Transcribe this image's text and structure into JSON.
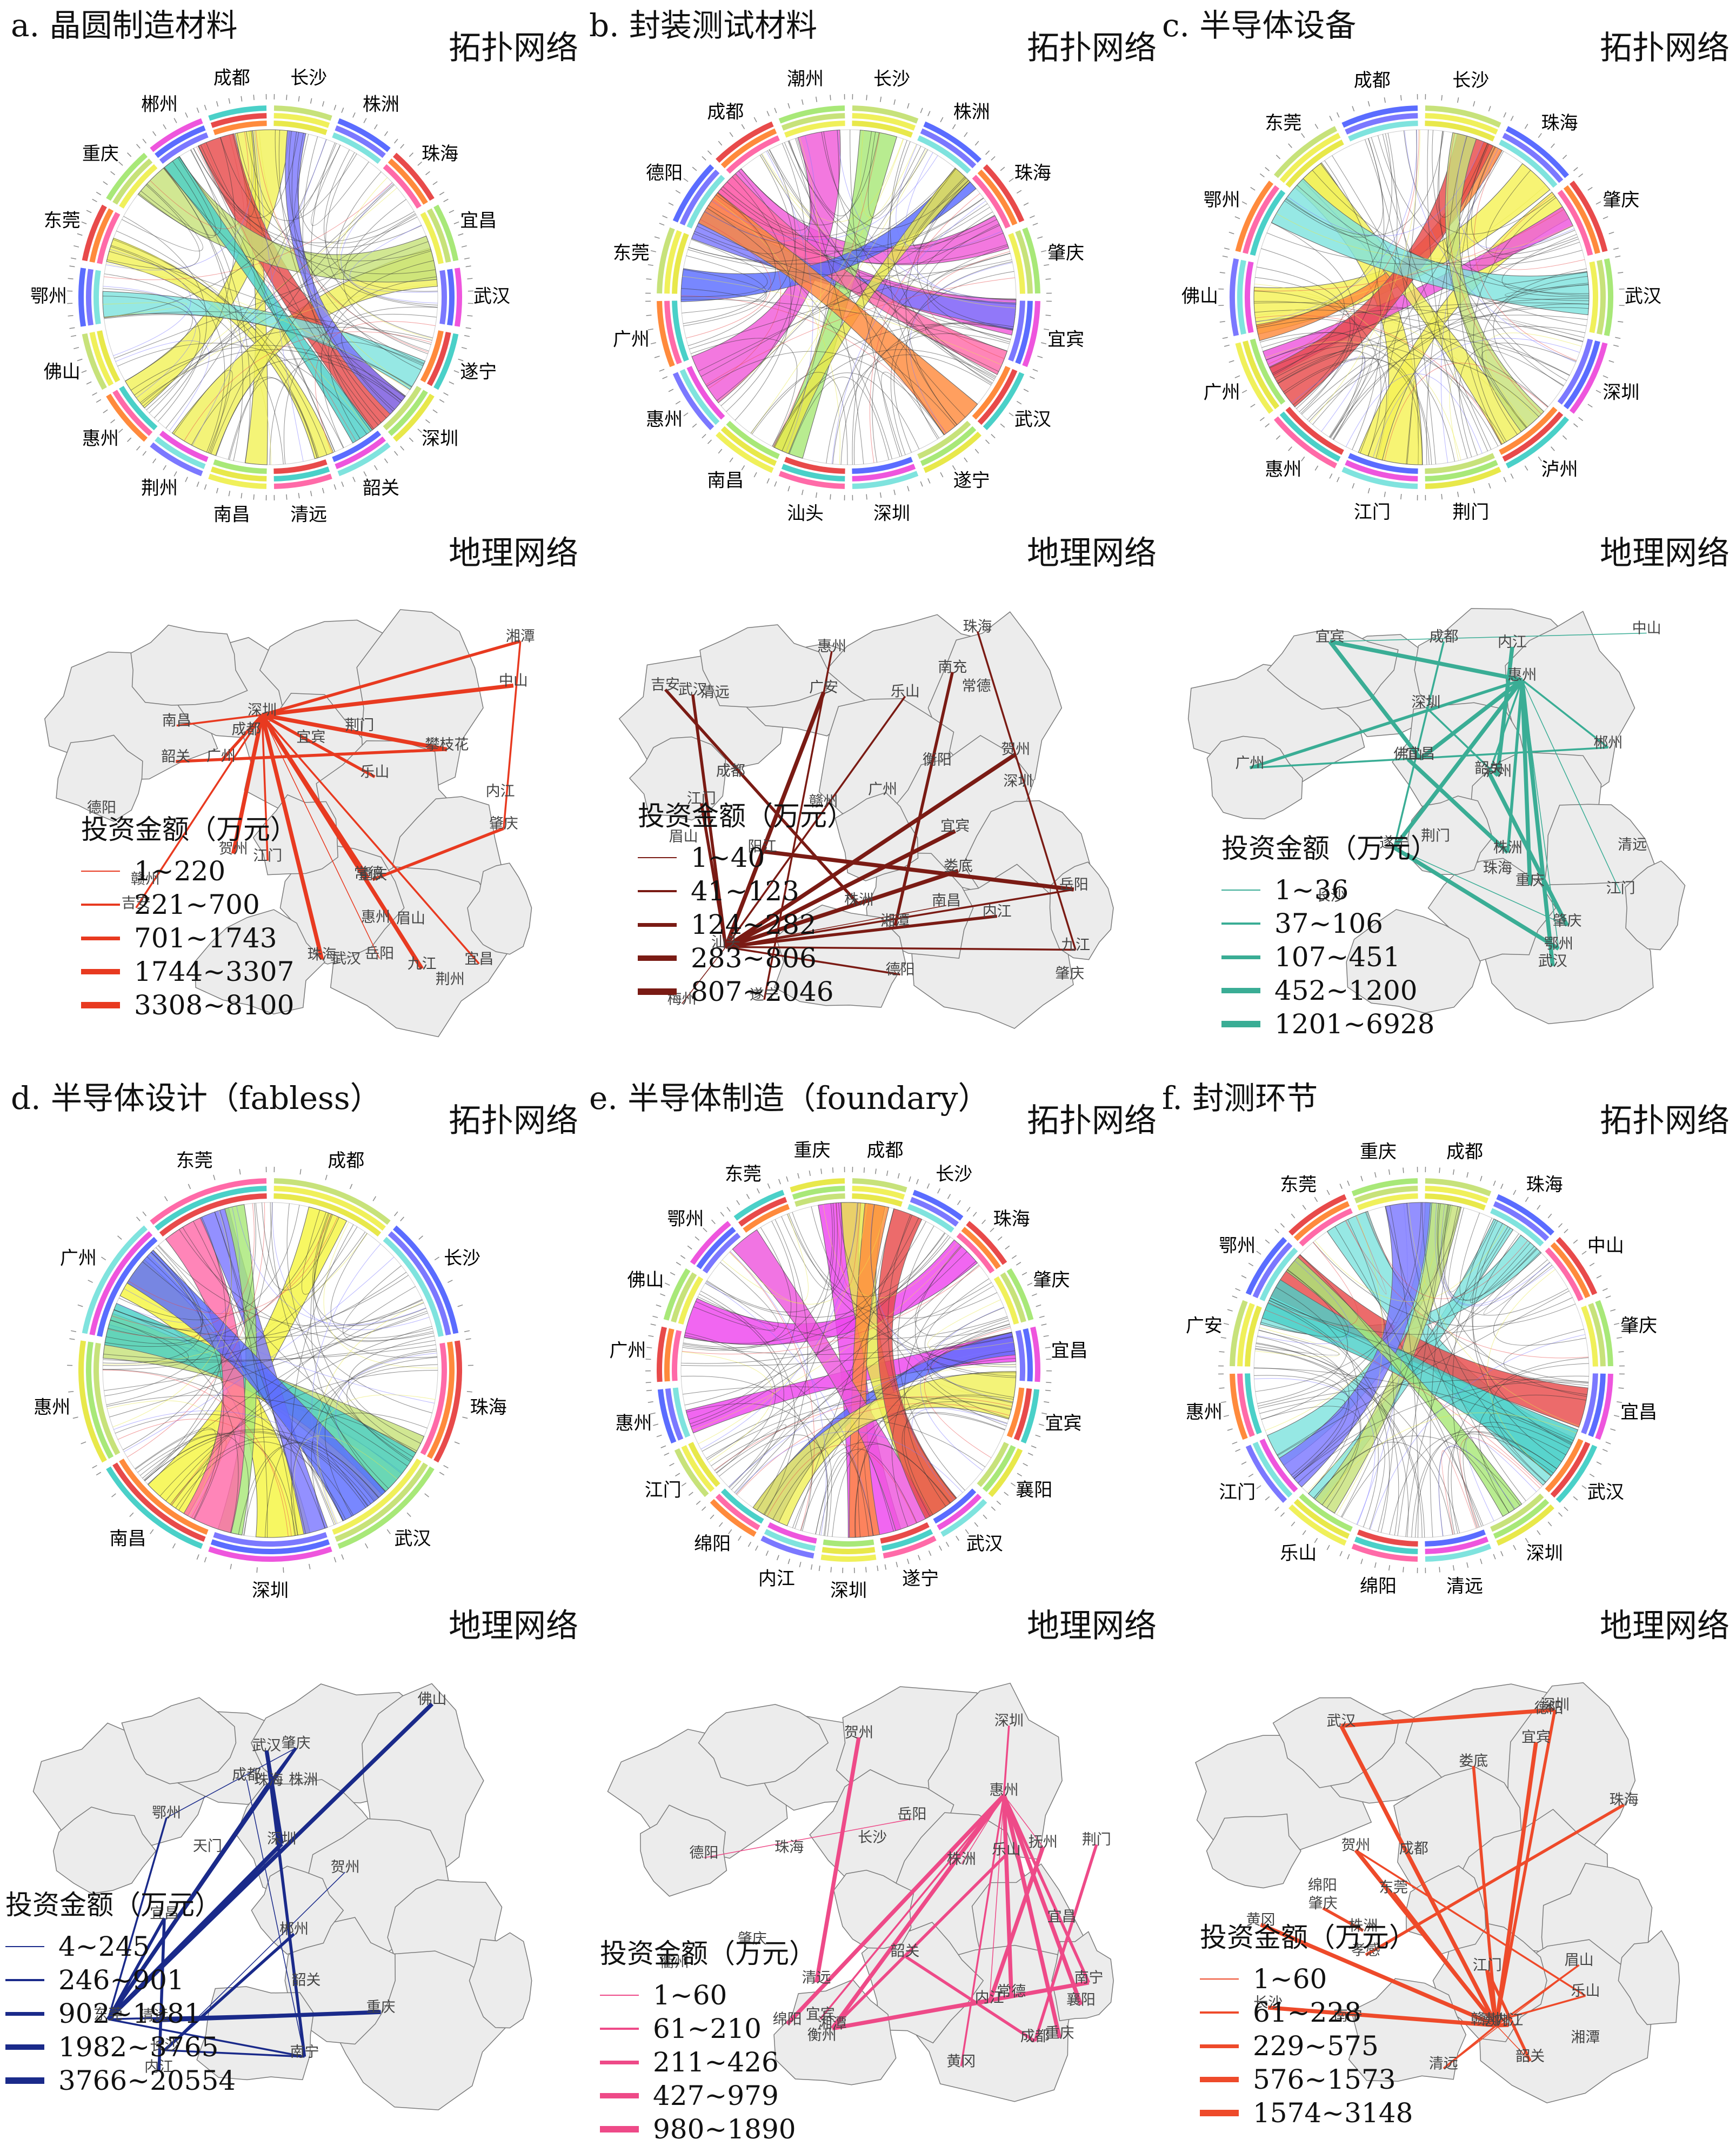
{
  "colors": {
    "ring": [
      "#e8e84a",
      "#7fe3de",
      "#ff6aa8",
      "#f0f05a",
      "#7b78ff",
      "#ff8a3c",
      "#c7e27a",
      "#5a6cff",
      "#e84a4a",
      "#a8e878",
      "#ee55dd",
      "#4ad0c8"
    ]
  },
  "labels": {
    "topo": "拓扑网络",
    "geo": "地理网络",
    "legend_title": "投资金额（万元）"
  },
  "panels": [
    {
      "id": "a",
      "title": "a. 晶圆制造材料",
      "chord_labels": [
        "长沙",
        "株洲",
        "珠海",
        "宜昌",
        "武汉",
        "遂宁",
        "深圳",
        "韶关",
        "清远",
        "南昌",
        "荆州",
        "惠州",
        "佛山",
        "鄂州",
        "东莞",
        "重庆",
        "郴州",
        "成都"
      ],
      "map_labels": [
        "荆门",
        "宜昌",
        "武汉",
        "成都",
        "德阳",
        "眉山",
        "乐山",
        "宜宾",
        "重庆",
        "荆州",
        "常德",
        "岳阳",
        "南昌",
        "九江",
        "吉安",
        "赣州",
        "韶关",
        "贺州",
        "肇庆",
        "广州",
        "惠州",
        "中山",
        "深圳",
        "江门",
        "珠海",
        "攀枝花",
        "内江",
        "湘潭"
      ],
      "legend": [
        "1~220",
        "221~700",
        "701~1743",
        "1744~3307",
        "3308~8100"
      ],
      "color": "#e83a20",
      "accent": "#f2f259"
    },
    {
      "id": "b",
      "title": "b. 封装测试材料",
      "chord_labels": [
        "长沙",
        "株洲",
        "珠海",
        "肇庆",
        "宜宾",
        "武汉",
        "遂宁",
        "深圳",
        "汕头",
        "南昌",
        "惠州",
        "广州",
        "东莞",
        "德阳",
        "成都",
        "潮州"
      ],
      "map_labels": [
        "德阳",
        "南充",
        "成都",
        "眉山",
        "内江",
        "乐山",
        "宜宾",
        "武汉",
        "九江",
        "常德",
        "岳阳",
        "南昌",
        "湘潭",
        "娄底",
        "吉安",
        "株洲",
        "衡阳",
        "赣州",
        "贺州",
        "清远",
        "梅州",
        "肇庆",
        "广州",
        "惠州",
        "汕头",
        "江门",
        "珠海",
        "深圳",
        "阳江",
        "广安",
        "遂宁"
      ],
      "legend": [
        "1~40",
        "41~123",
        "124~282",
        "283~806",
        "807~2046"
      ],
      "color": "#7a1b14",
      "accent": "#f05ad8"
    },
    {
      "id": "c",
      "title": "c. 半导体设备",
      "chord_labels": [
        "长沙",
        "珠海",
        "肇庆",
        "武汉",
        "深圳",
        "泸州",
        "荆门",
        "江门",
        "惠州",
        "广州",
        "佛山",
        "鄂州",
        "东莞",
        "成都"
      ],
      "map_labels": [
        "荆门",
        "宜昌",
        "武汉",
        "鄂州",
        "成都",
        "遂宁",
        "重庆",
        "内江",
        "宜宾",
        "泸州",
        "长沙",
        "株洲",
        "郴州",
        "韶关",
        "清远",
        "肇庆",
        "广州",
        "佛山",
        "惠州",
        "中山",
        "深圳",
        "江门",
        "珠海"
      ],
      "legend": [
        "1~36",
        "37~106",
        "107~451",
        "452~1200",
        "1201~6928"
      ],
      "color": "#3aad95",
      "accent": "#f5f255"
    },
    {
      "id": "d",
      "title": "d. 半导体设计（fabless）",
      "chord_labels": [
        "成都",
        "长沙",
        "珠海",
        "武汉",
        "深圳",
        "南昌",
        "惠州",
        "广州",
        "东莞"
      ],
      "map_labels": [
        "成都",
        "宜昌",
        "天门",
        "武汉",
        "鄂州",
        "内江",
        "重庆",
        "长沙",
        "株洲",
        "郴州",
        "韶关",
        "贺州",
        "清远",
        "肇庆",
        "佛山",
        "东莞",
        "深圳",
        "珠海",
        "南宁"
      ],
      "legend": [
        "4~245",
        "246~901",
        "902~1981",
        "1982~3765",
        "3766~20554"
      ],
      "color": "#1a2a8a",
      "accent": "#f5f540"
    },
    {
      "id": "e",
      "title": "e. 半导体制造（foundary）",
      "chord_labels": [
        "成都",
        "长沙",
        "珠海",
        "肇庆",
        "宜昌",
        "宜宾",
        "襄阳",
        "武汉",
        "遂宁",
        "深圳",
        "内江",
        "绵阳",
        "江门",
        "惠州",
        "广州",
        "佛山",
        "鄂州",
        "东莞",
        "重庆"
      ],
      "map_labels": [
        "绵阳",
        "襄阳",
        "成都",
        "德阳",
        "宜昌",
        "荆门",
        "黄冈",
        "内江",
        "乐山",
        "宜宾",
        "常德",
        "岳阳",
        "长沙",
        "湘潭",
        "株洲",
        "衡州",
        "抚州",
        "贺州",
        "清远",
        "韶关",
        "肇庆",
        "惠州",
        "深圳",
        "珠海",
        "南宁",
        "重庆",
        "衢州"
      ],
      "legend": [
        "1~60",
        "61~210",
        "211~426",
        "427~979",
        "980~1890"
      ],
      "color": "#ee4a88",
      "accent": "#ee44ee"
    },
    {
      "id": "f",
      "title": "f. 封测环节",
      "chord_labels": [
        "成都",
        "珠海",
        "中山",
        "肇庆",
        "宜昌",
        "武汉",
        "深圳",
        "清远",
        "绵阳",
        "乐山",
        "江门",
        "惠州",
        "广安",
        "鄂州",
        "东莞",
        "重庆"
      ],
      "map_labels": [
        "绵阳",
        "德阳",
        "成都",
        "眉山",
        "内江",
        "乐山",
        "宜宾",
        "孝感",
        "黄冈",
        "武汉",
        "长沙",
        "娄底",
        "湘潭",
        "株洲",
        "赣州",
        "韶关",
        "贺州",
        "清远",
        "肇庆",
        "东莞",
        "惠州",
        "深圳",
        "珠海",
        "南宁",
        "江门"
      ],
      "legend": [
        "1~60",
        "61~228",
        "229~575",
        "576~1573",
        "1574~3148"
      ],
      "color": "#ee4a2a",
      "accent": "#7fe3de"
    }
  ]
}
